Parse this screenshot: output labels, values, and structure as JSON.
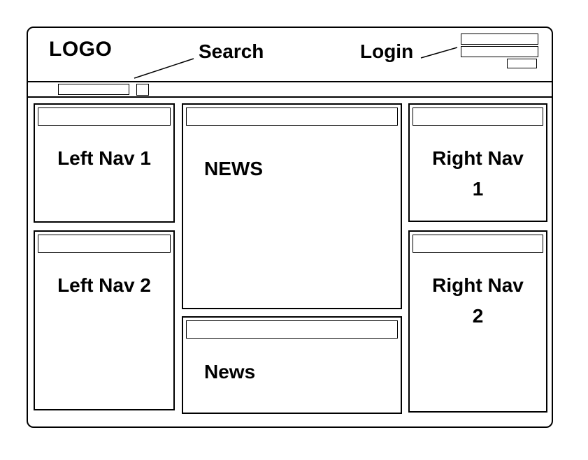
{
  "header": {
    "logo": "LOGO",
    "search_label": "Search",
    "login_label": "Login",
    "login_username_value": "",
    "login_password_value": "",
    "login_button_label": ""
  },
  "search_bar": {
    "input_value": "",
    "button_label": ""
  },
  "panels": {
    "left_nav_1": "Left Nav 1",
    "left_nav_2": "Left Nav 2",
    "news_main": "NEWS",
    "news_secondary": "News",
    "right_nav_1": "Right Nav 1",
    "right_nav_2": "Right Nav 2"
  },
  "colors": {
    "border": "#000000",
    "background": "#ffffff",
    "text": "#000000"
  }
}
